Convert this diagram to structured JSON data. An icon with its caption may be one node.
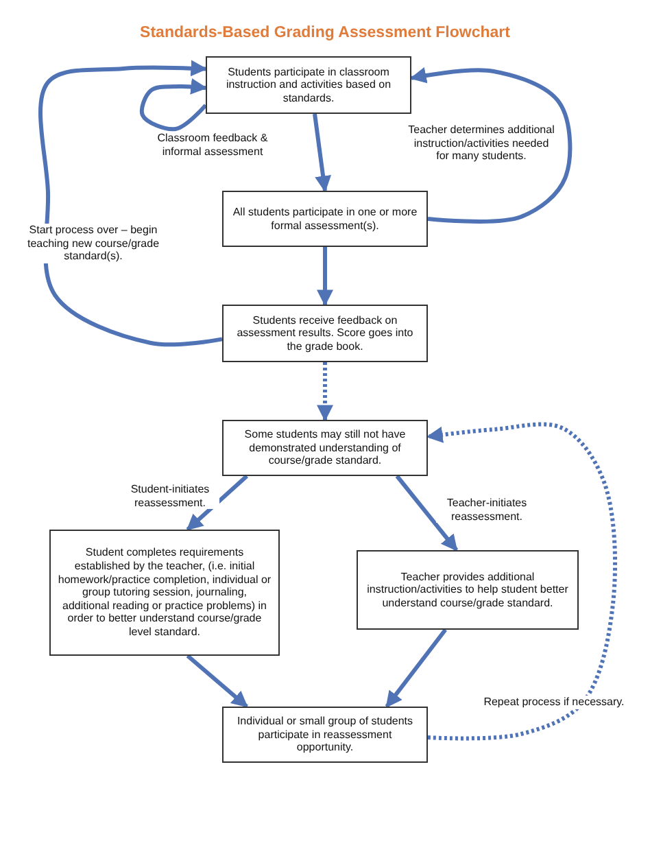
{
  "diagram": {
    "title": "Standards-Based Grading Assessment Flowchart",
    "nodes": [
      {
        "text": [
          "Students participate in classroom instruction and activities based on standards."
        ]
      },
      {
        "text": [
          "All students participate in one or more formal assessment(s)."
        ]
      },
      {
        "text": [
          "Students receive feedback on assessment results.  Score goes into the grade book."
        ]
      },
      {
        "text": [
          "Some students may still not have demonstrated understanding of course/grade standard."
        ]
      },
      {
        "text": [
          "Student completes requirements established by the teacher, (i.e. initial homework/practice completion, individual or group tutoring session, journaling, additional reading or practice problems) in order to better understand course/grade level standard."
        ]
      },
      {
        "text": [
          "Teacher provides additional instruction/activities to help student better understand course/grade standard."
        ]
      },
      {
        "text": [
          "Individual or small group of students participate in reassessment opportunity."
        ]
      }
    ],
    "edges": [
      {
        "from": 0,
        "to": 1,
        "arrow": "to"
      },
      {
        "from": 1,
        "to": 2,
        "arrow": "to"
      },
      {
        "from": 2,
        "to": 3,
        "arrow": "to",
        "style": "dashed"
      },
      {
        "from": 3,
        "to": 4,
        "arrow": "to",
        "label": "Student-initiates reassessment."
      },
      {
        "from": 3,
        "to": 5,
        "arrow": "to",
        "label": "Teacher-initiates reassessment."
      },
      {
        "from": 4,
        "to": 6,
        "arrow": "to"
      },
      {
        "from": 5,
        "to": 6,
        "arrow": "to"
      },
      {
        "from": 6,
        "to": 3,
        "arrow": "to",
        "style": "dashed",
        "label": "Repeat process if necessary."
      },
      {
        "from": 2,
        "to": 0,
        "arrow": "to",
        "label": "Start process over – begin teaching new course/grade standard(s)."
      },
      {
        "from": 1,
        "to": 0,
        "arrow": "to",
        "label": "Teacher determines additional instruction/activities needed for many students."
      },
      {
        "from": 0,
        "to": 0,
        "arrow": "to",
        "label": "Classroom feedback & informal assessment"
      }
    ]
  }
}
